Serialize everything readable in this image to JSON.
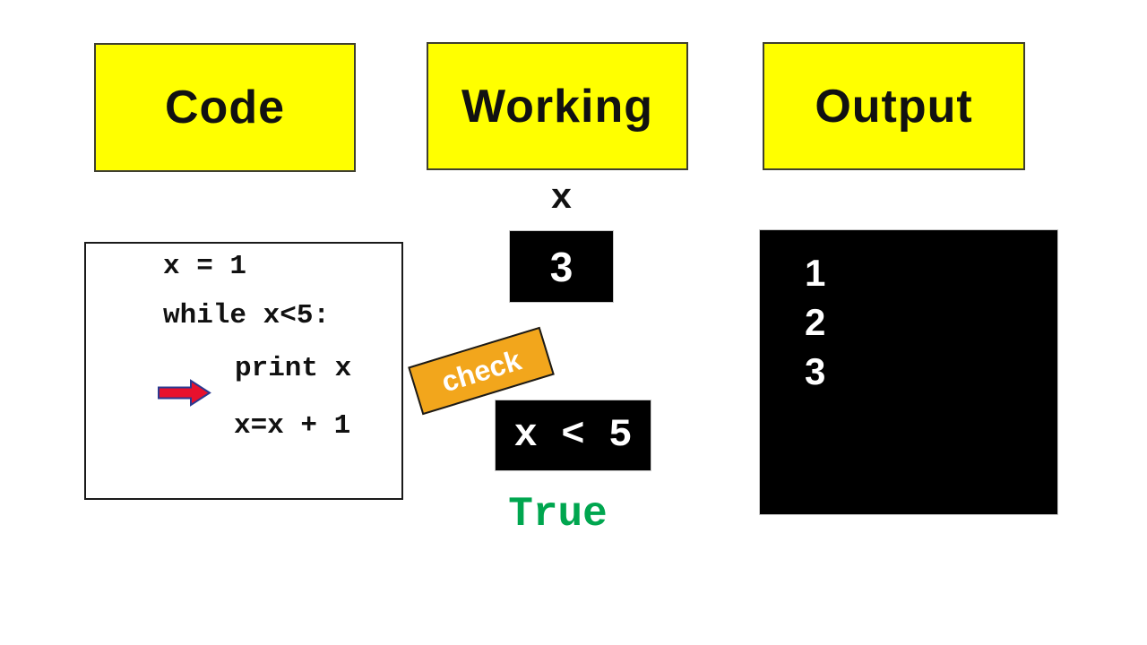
{
  "slide": {
    "headers": [
      {
        "label": "Code"
      },
      {
        "label": "Working"
      },
      {
        "label": "Output"
      }
    ],
    "code_panel": {
      "lines": [
        "x = 1",
        "while x<5:",
        "print x",
        "x=x + 1"
      ]
    },
    "working_panel": {
      "variable_name": "x",
      "variable_value": "3",
      "check_label": "check",
      "condition": "x < 5",
      "condition_result": "True"
    },
    "output_panel": {
      "lines": [
        "1",
        "2",
        "3"
      ]
    }
  },
  "colors": {
    "header_fill": "#FFFF00",
    "header_border": "#3F3F2F",
    "header_text": "#111111",
    "code_text": "#111111",
    "black_box": "#000000",
    "box_text": "#FFFFFF",
    "check_fill": "#F2A61C",
    "check_border": "#1A1A1A",
    "arrow_fill": "#E8112D",
    "arrow_stroke": "#2B3990",
    "true_green": "#00A64F"
  }
}
